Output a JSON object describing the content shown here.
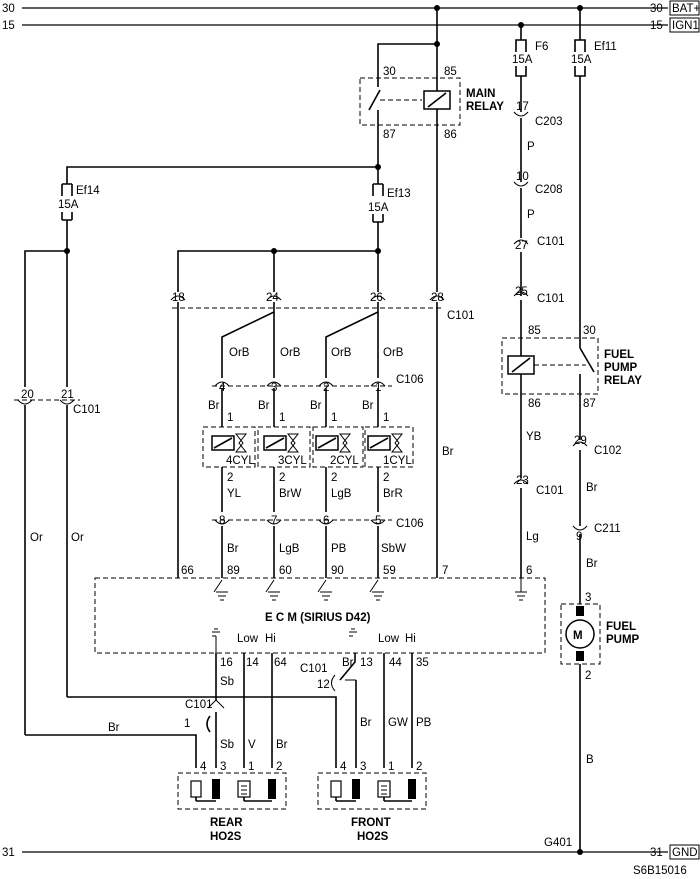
{
  "rails": {
    "bat": {
      "number": "30",
      "tag": "BAT+"
    },
    "ign": {
      "number": "15",
      "tag": "IGN1"
    },
    "gnd": {
      "number": "31",
      "tag": "GND"
    }
  },
  "main_relay": {
    "name": "MAIN RELAY",
    "line1": "MAIN",
    "line2": "RELAY",
    "pins": [
      "30",
      "85",
      "87",
      "86"
    ]
  },
  "fuel_pump_relay": {
    "name": "FUEL PUMP RELAY",
    "line1": "FUEL",
    "line2": "PUMP",
    "line3": "RELAY",
    "pins": [
      "85",
      "30",
      "86",
      "87"
    ]
  },
  "fuses": [
    {
      "id": "F6",
      "rating": "15A"
    },
    {
      "id": "Ef11",
      "rating": "15A"
    },
    {
      "id": "Ef13",
      "rating": "15A"
    },
    {
      "id": "Ef14",
      "rating": "15A"
    }
  ],
  "connectors": {
    "c101": "C101",
    "c102": "C102",
    "c106": "C106",
    "c203": "C203",
    "c208": "C208",
    "c211": "C211"
  },
  "pins": {
    "p17": "17",
    "p10": "10",
    "p27": "27",
    "p25": "25",
    "p23": "23",
    "p29": "29",
    "p9": "9",
    "p18": "18",
    "p24": "24",
    "p26": "26",
    "p28": "28",
    "p20": "20",
    "p21": "21",
    "p4": "4",
    "p3": "3",
    "p2": "2",
    "p1": "1",
    "p8": "8",
    "p7": "7",
    "p6": "6",
    "p5": "5",
    "p12": "12"
  },
  "ecm": {
    "title": "E  C  M  (SIRIUS D42)",
    "top_pins": [
      "66",
      "89",
      "60",
      "90",
      "59",
      "7",
      "6"
    ],
    "bottom_pins": [
      "16",
      "14",
      "64",
      "13",
      "44",
      "35"
    ],
    "low": "Low",
    "hi": "Hi"
  },
  "injectors": [
    "4CYL",
    "3CYL",
    "2CYL",
    "1CYL"
  ],
  "wire_colors": {
    "orb": "OrB",
    "br": "Br",
    "yl": "YL",
    "brw": "BrW",
    "lgb": "LgB",
    "brr": "BrR",
    "pb": "PB",
    "sbw": "SbW",
    "or": "Or",
    "p": "P",
    "yb": "YB",
    "lg": "Lg",
    "sb": "Sb",
    "v": "V",
    "gw": "GW",
    "b": "B"
  },
  "fuel_pump": {
    "motor": "M",
    "line1": "FUEL",
    "line2": "PUMP"
  },
  "sensors": {
    "rear": {
      "line1": "REAR",
      "line2": "HO2S"
    },
    "front": {
      "line1": "FRONT",
      "line2": "HO2S"
    }
  },
  "ground": "G401",
  "figure_code": "S6B15016"
}
